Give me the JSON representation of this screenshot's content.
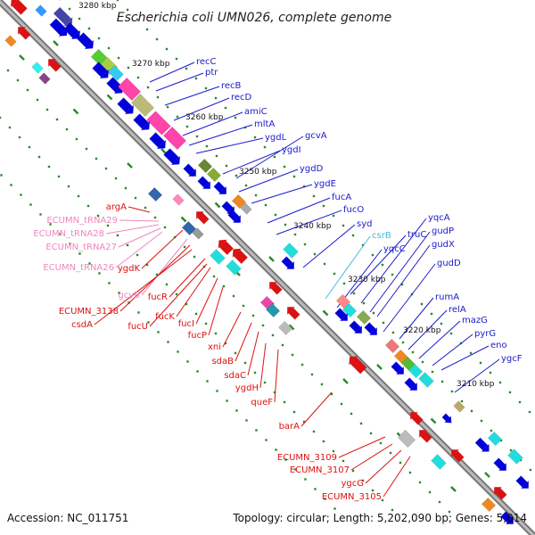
{
  "title": "Escherichia coli UMN026, complete genome",
  "footer": {
    "accession": "Accession: NC_011751",
    "summary": "Topology: circular; Length: 5,202,090 bp; Genes: 5,014"
  },
  "colors": {
    "backbone": "#888888",
    "tick": "#2a8a2a",
    "forward_label": "#1a1acc",
    "reverse_label": "#dd1111",
    "trna_label": "#ee88bb",
    "rrna_label": "#44bbdd"
  },
  "kbp_labels": [
    "3280 kbp",
    "3270 kbp",
    "3260 kbp",
    "3250 kbp",
    "3240 kbp",
    "3230 kbp",
    "3220 kbp",
    "3210 kbp"
  ],
  "forward_genes": [
    "recC",
    "ptr",
    "recB",
    "recD",
    "amiC",
    "mltA",
    "ygdL",
    "gcvA",
    "ygdI",
    "ygdD",
    "ygdE",
    "fucA",
    "fucO",
    "syd",
    "csrB",
    "yqcC",
    "truC",
    "yqcA",
    "gudP",
    "gudX",
    "gudD",
    "rumA",
    "relA",
    "mazG",
    "pyrG",
    "eno",
    "ygcF"
  ],
  "reverse_genes": [
    "argA",
    "ECUMN_tRNA29",
    "ECUMN_tRNA28",
    "ECUMN_tRNA27",
    "ECUMN_tRNA26",
    "ygdK",
    "gcvB",
    "ECUMN_3138",
    "csdA",
    "fucR",
    "fucK",
    "fucU",
    "fucI",
    "fucP",
    "xni",
    "sdaB",
    "sdaC",
    "ygdH",
    "queF",
    "barA",
    "ECUMN_3109",
    "ECUMN_3107",
    "ygcG",
    "ECUMN_3105"
  ]
}
